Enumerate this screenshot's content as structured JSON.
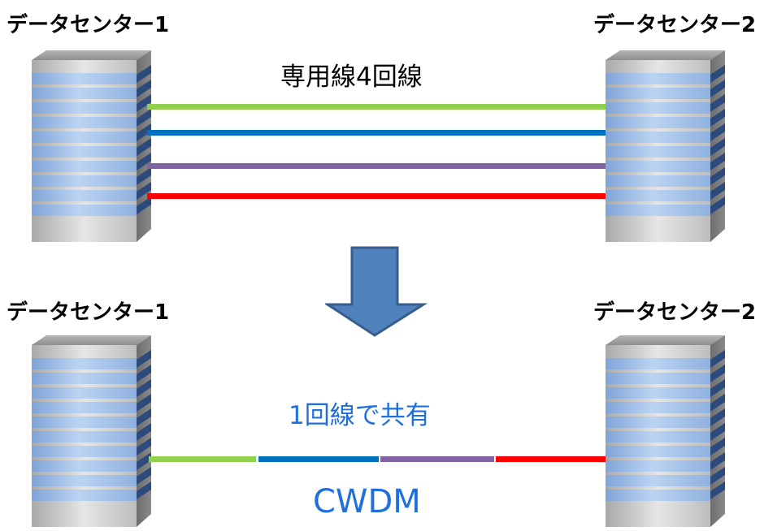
{
  "top": {
    "left_dc_label": "データセンター1",
    "right_dc_label": "データセンター2",
    "caption": "専用線4回線",
    "lines": [
      {
        "name": "line-green",
        "color": "#92d050"
      },
      {
        "name": "line-blue",
        "color": "#0070c0"
      },
      {
        "name": "line-purple",
        "color": "#8064a2"
      },
      {
        "name": "line-red",
        "color": "#ff0000"
      }
    ]
  },
  "bottom": {
    "left_dc_label": "データセンター1",
    "right_dc_label": "データセンター2",
    "caption": "1回線で共有",
    "technology": "CWDM",
    "caption_color": "#1f6fdc",
    "segments": [
      {
        "name": "segment-green",
        "color": "#92d050"
      },
      {
        "name": "segment-blue",
        "color": "#0070c0"
      },
      {
        "name": "segment-purple",
        "color": "#8064a2"
      },
      {
        "name": "segment-red",
        "color": "#ff0000"
      }
    ]
  },
  "arrow": {
    "icon": "down-arrow-icon",
    "fill": "#4f81bd",
    "stroke": "#385d8a"
  }
}
